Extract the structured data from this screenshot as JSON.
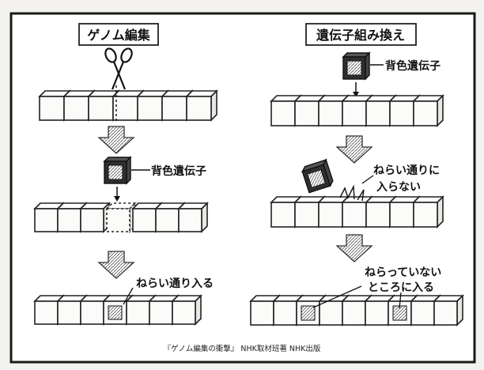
{
  "left": {
    "title": "ゲノム編集",
    "gene_label": "背色遺伝子",
    "result_label": "ねらい通り入る"
  },
  "right": {
    "title": "遺伝子組み換え",
    "gene_label": "背色遺伝子",
    "miss_label_line1": "ねらい通りに",
    "miss_label_line2": "入らない",
    "result_label_line1": "ねらっていない",
    "result_label_line2": "ところに入る"
  },
  "caption": "『ゲノム編集の衝撃』 NHK取材班著 NHK出版",
  "colors": {
    "frame": "#1a1a1a",
    "gene_block": "#2f2f2f",
    "background": "#f4f2ee"
  }
}
